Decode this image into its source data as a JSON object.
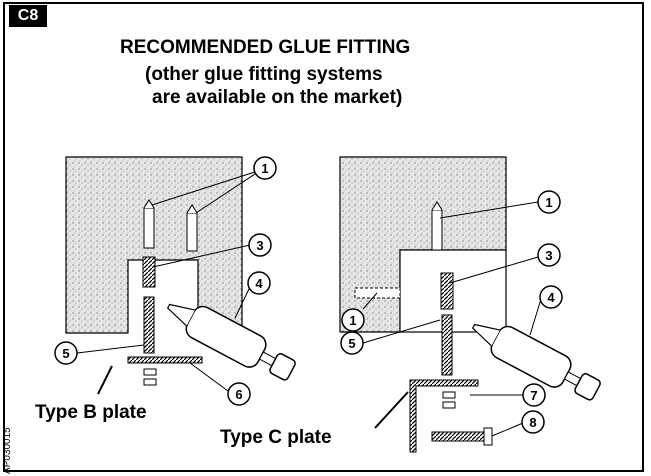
{
  "section_tag": "C8",
  "title": {
    "line1": "RECOMMENDED GLUE FITTING",
    "line2": "(other glue fitting systems",
    "line3": "are available on the market)"
  },
  "labels": {
    "left_plate": "Type B plate",
    "right_plate": "Type C plate"
  },
  "side_code": "AP030015",
  "callouts_left": [
    "1",
    "3",
    "4",
    "5",
    "6"
  ],
  "callouts_right": [
    "1",
    "3",
    "4",
    "1",
    "5",
    "7",
    "8"
  ]
}
